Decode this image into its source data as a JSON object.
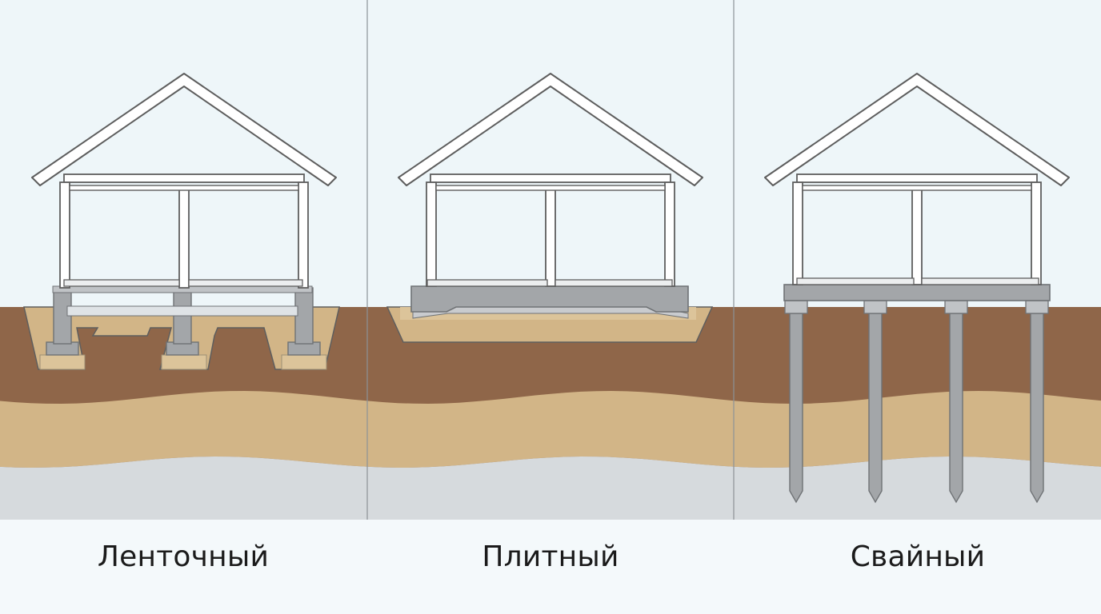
{
  "colors": {
    "sky": "#eef6f9",
    "page": "#f4f9fb",
    "frame_fill": "#ffffff",
    "frame_stroke": "#5e5e5e",
    "concrete": "#a3a6a9",
    "concrete_light": "#c0c3c6",
    "concrete_dark": "#6f7275",
    "topsoil": "#8f6649",
    "sand": "#d2b587",
    "bedding_sand": "#dcc49a",
    "clay": "#d6dadd",
    "gravel": "#c9cbce",
    "divider": "#8c9296"
  },
  "panels": [
    {
      "id": "strip",
      "caption": "Ленточный",
      "foundation": "strip"
    },
    {
      "id": "slab",
      "caption": "Плитный",
      "foundation": "slab"
    },
    {
      "id": "pile",
      "caption": "Свайный",
      "foundation": "pile"
    }
  ]
}
